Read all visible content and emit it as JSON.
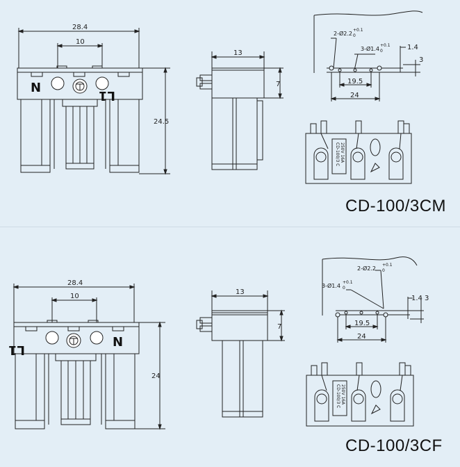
{
  "panels": [
    {
      "id": "cm",
      "model": "CD-100/3CM",
      "front": {
        "width_dim": "28.4",
        "pin_spacing_dim": "10",
        "height_dim": "24.5",
        "left_label": "N",
        "right_label": "L1",
        "right_label_rotated": true,
        "left_label_rotated": false
      },
      "side": {
        "width_dim": "13",
        "height_dim": "7"
      },
      "pcb": {
        "hole_small": "2-Ø2.2",
        "hole_small_tol": "+0.1",
        "hole_small_tol2": "0",
        "hole_large": "3-Ø1.4",
        "hole_large_tol": "+0.1",
        "hole_large_tol2": "0",
        "dim_19_5": "19.5",
        "dim_24": "24",
        "dim_1_4": "1.4",
        "dim_3": "3"
      },
      "rear": {
        "marking_model": "CD-100/3 C",
        "marking_rating": "250V 16A"
      }
    },
    {
      "id": "cf",
      "model": "CD-100/3CF",
      "front": {
        "width_dim": "28.4",
        "pin_spacing_dim": "10",
        "height_dim": "24",
        "left_label": "L1",
        "right_label": "N",
        "right_label_rotated": false,
        "left_label_rotated": true
      },
      "side": {
        "width_dim": "13",
        "height_dim": "7"
      },
      "pcb": {
        "hole_small": "2-Ø2.2",
        "hole_small_tol": "+0.1",
        "hole_small_tol2": "0",
        "hole_large": "3-Ø1.4",
        "hole_large_tol": "+0.1",
        "hole_large_tol2": "0",
        "dim_19_5": "19.5",
        "dim_24": "24",
        "dim_1_4": "1.4",
        "dim_3": "3"
      },
      "rear": {
        "marking_model": "CD-100/3 C",
        "marking_rating": "250V 16A"
      }
    }
  ]
}
